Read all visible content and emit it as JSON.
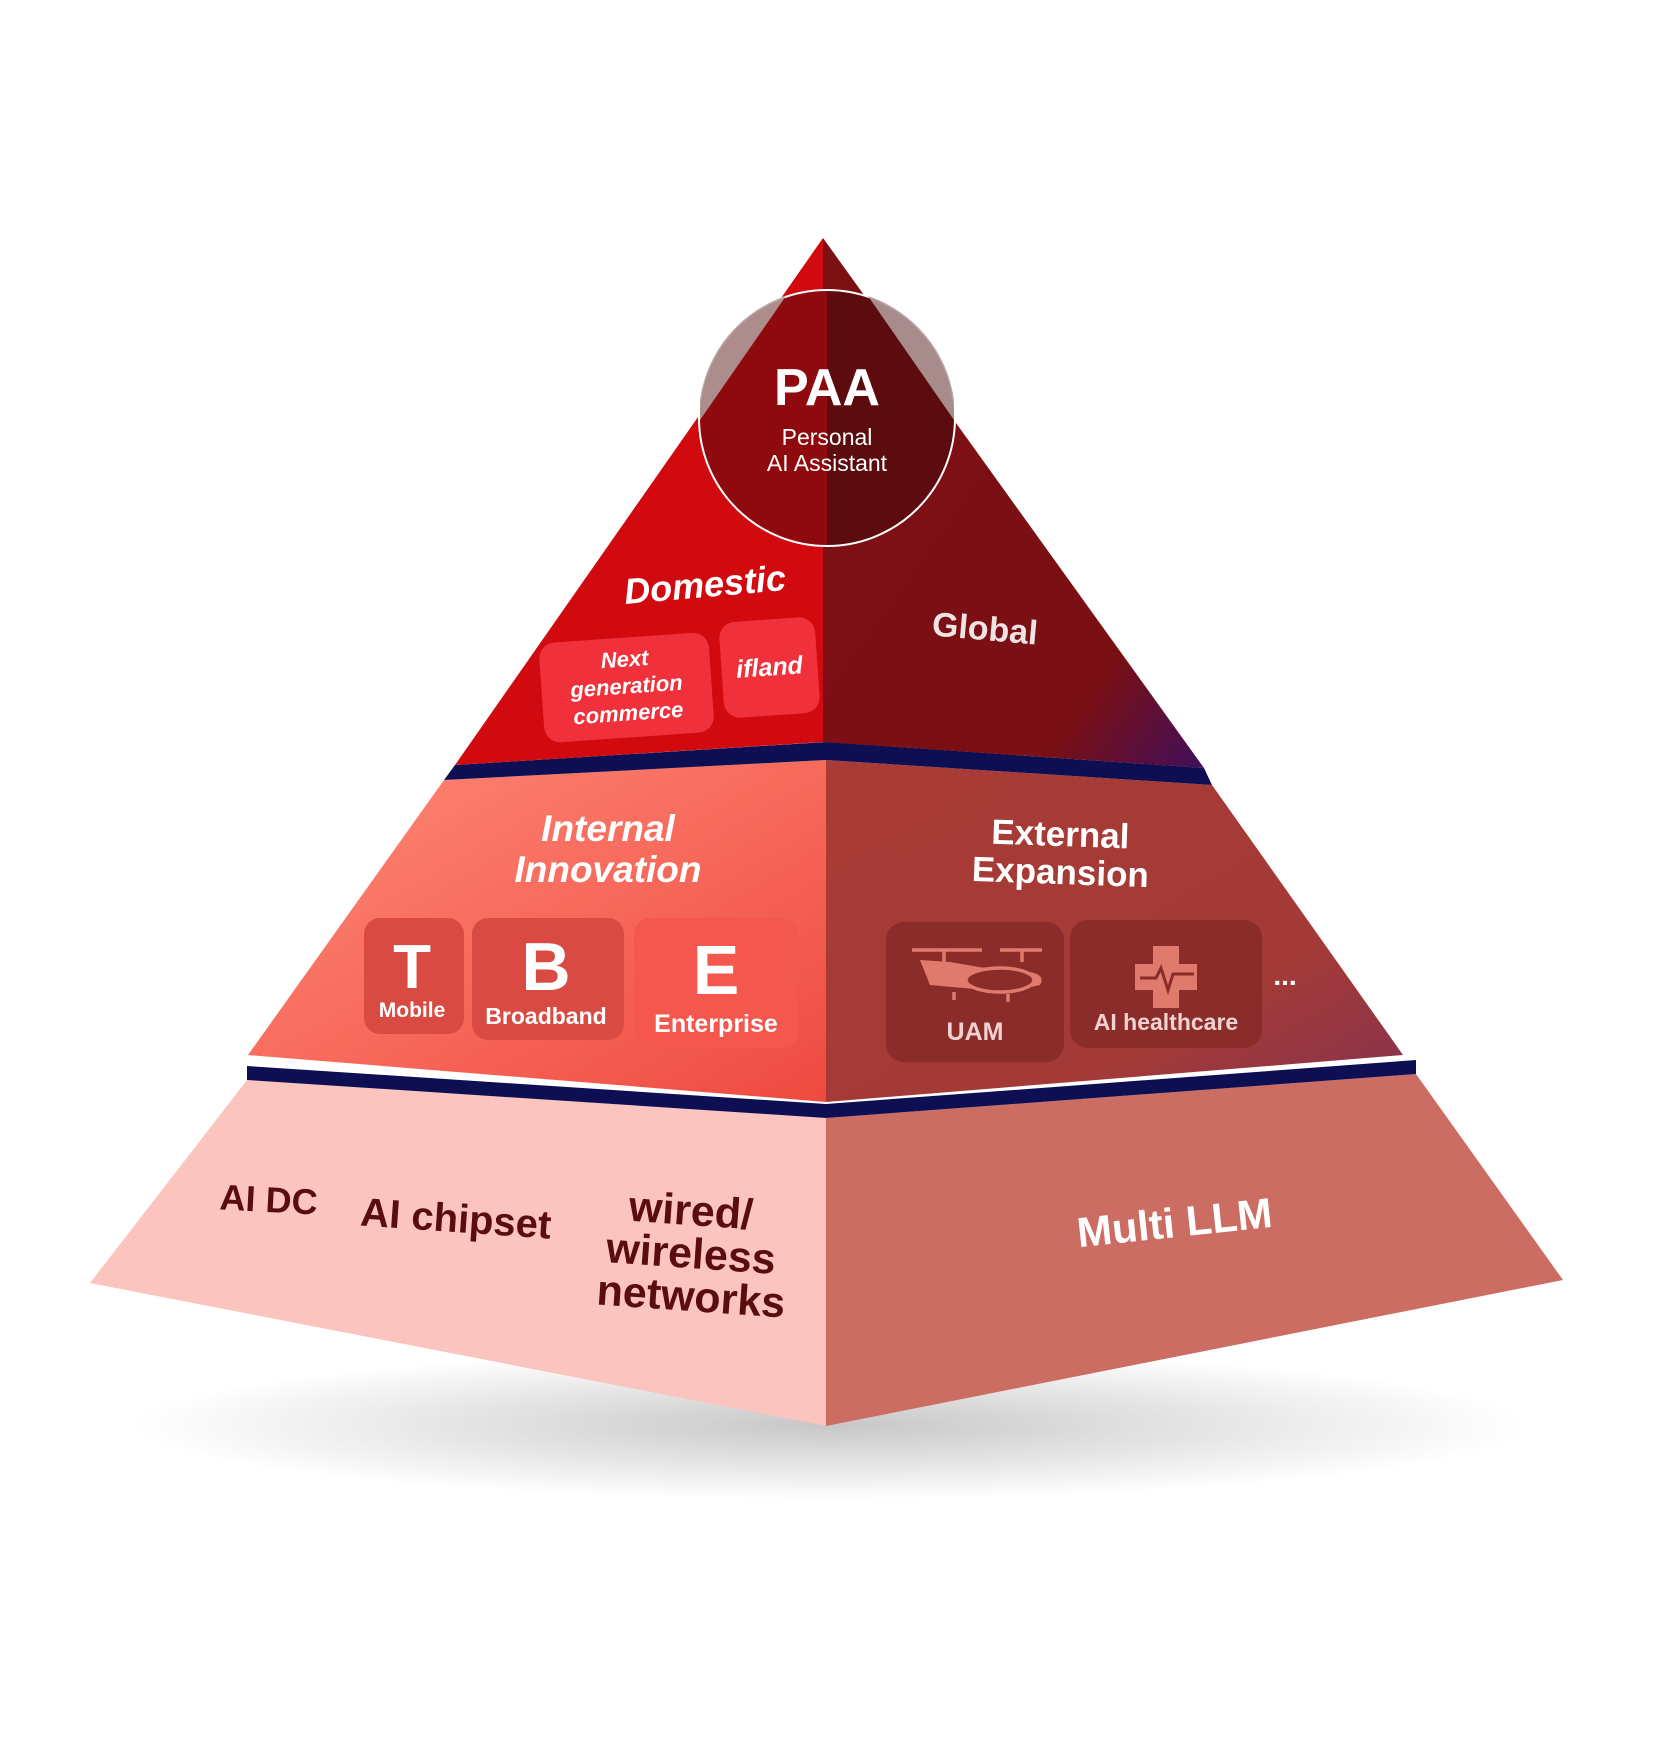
{
  "apex": {
    "title": "PAA",
    "subtitle_line1": "Personal",
    "subtitle_line2": "AI Assistant"
  },
  "top_tier": {
    "left_title": "Domestic",
    "right_title": "Global",
    "chips": [
      {
        "lines": [
          "Next",
          "generation",
          "commerce"
        ]
      },
      {
        "lines": [
          "ifland"
        ]
      }
    ]
  },
  "middle_tier": {
    "left_title_line1": "Internal",
    "left_title_line2": "Innovation",
    "right_title_line1": "External",
    "right_title_line2": "Expansion",
    "left_tiles": [
      {
        "glyph": "T",
        "label": "Mobile"
      },
      {
        "glyph": "B",
        "label": "Broadband"
      },
      {
        "glyph": "E",
        "label": "Enterprise"
      }
    ],
    "right_tiles": [
      {
        "icon": "uam-aircraft-icon",
        "label": "UAM"
      },
      {
        "icon": "medical-cross-icon",
        "label": "AI healthcare"
      }
    ],
    "more_indicator": "..."
  },
  "bottom_tier": {
    "left_items": [
      "AI DC",
      "AI chipset"
    ],
    "left_multiline": [
      "wired/",
      "wireless",
      "networks"
    ],
    "right_title": "Multi LLM"
  },
  "colors": {
    "top_left": "#d10a0f",
    "top_right": "#7a1012",
    "mid_left": "#f2655a",
    "mid_right": "#a43a36",
    "base_left": "#fcc4bf",
    "base_right": "#cc6d64",
    "seam": "#0d0f52",
    "dark_text": "#5a0d10"
  }
}
